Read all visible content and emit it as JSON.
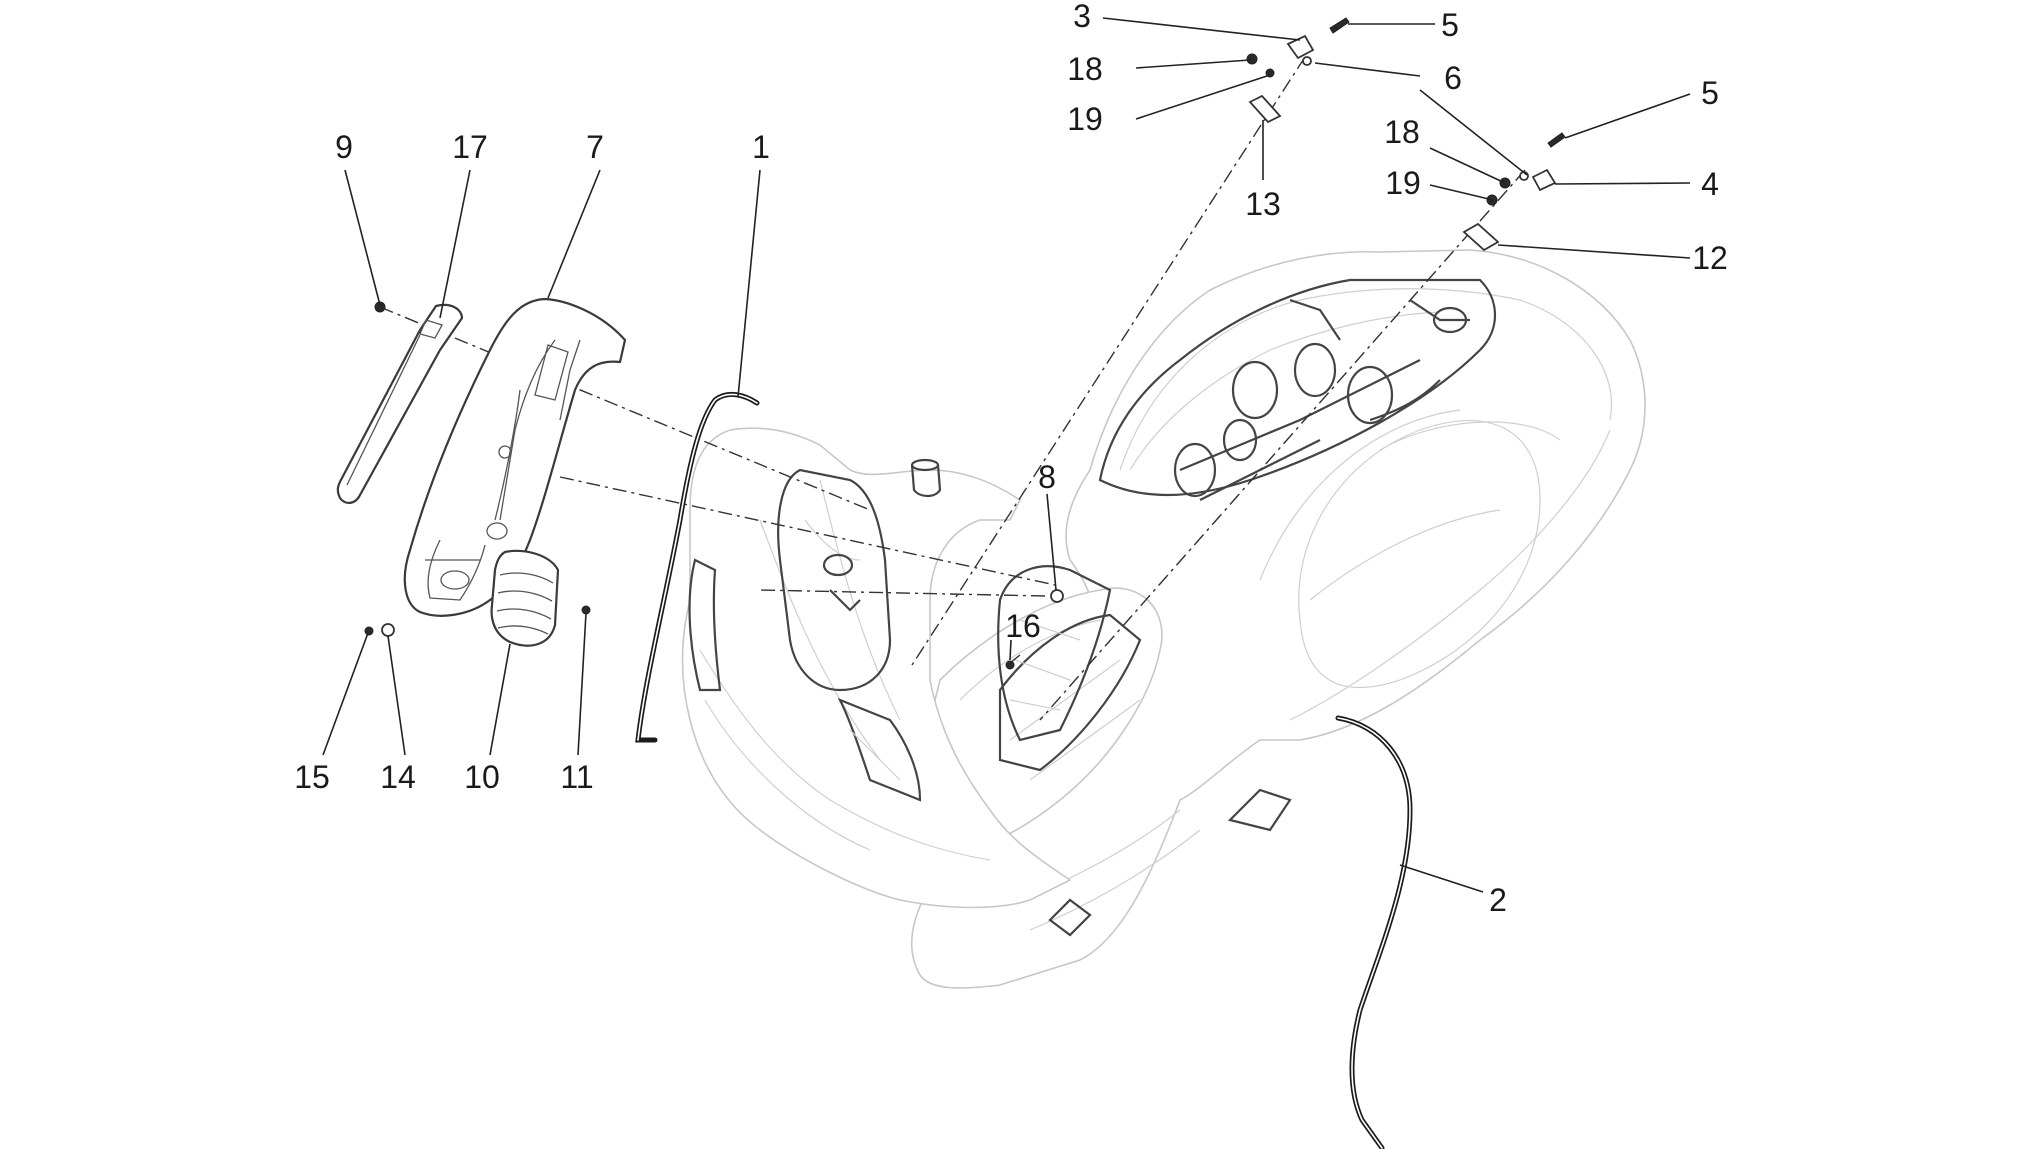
{
  "callouts": [
    {
      "id": "c3",
      "label": "3"
    },
    {
      "id": "c5a",
      "label": "5"
    },
    {
      "id": "c18a",
      "label": "18"
    },
    {
      "id": "c6",
      "label": "6"
    },
    {
      "id": "c19a",
      "label": "19"
    },
    {
      "id": "c5b",
      "label": "5"
    },
    {
      "id": "c13",
      "label": "13"
    },
    {
      "id": "c18b",
      "label": "18"
    },
    {
      "id": "c4",
      "label": "4"
    },
    {
      "id": "c19b",
      "label": "19"
    },
    {
      "id": "c12",
      "label": "12"
    },
    {
      "id": "c9",
      "label": "9"
    },
    {
      "id": "c17",
      "label": "17"
    },
    {
      "id": "c7",
      "label": "7"
    },
    {
      "id": "c1",
      "label": "1"
    },
    {
      "id": "c8",
      "label": "8"
    },
    {
      "id": "c16",
      "label": "16"
    },
    {
      "id": "c15",
      "label": "15"
    },
    {
      "id": "c14",
      "label": "14"
    },
    {
      "id": "c10",
      "label": "10"
    },
    {
      "id": "c11",
      "label": "11"
    },
    {
      "id": "c2",
      "label": "2"
    }
  ]
}
